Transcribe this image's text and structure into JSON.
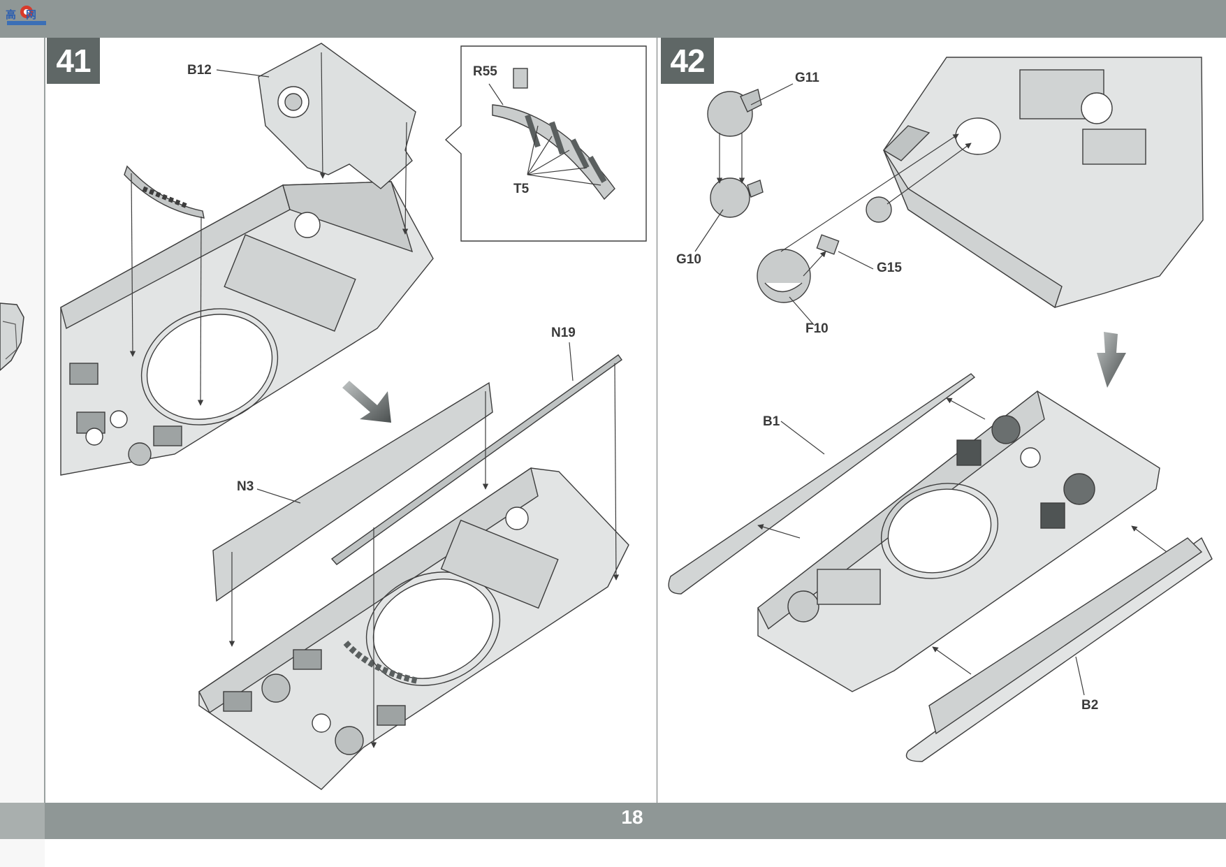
{
  "logo": {
    "text": "高网",
    "icon": "site-logo-icon"
  },
  "page_number": "18",
  "steps": [
    {
      "number": "41",
      "labels": {
        "b12": "B12",
        "r55": "R55",
        "t5": "T5",
        "n19": "N19",
        "n3": "N3"
      }
    },
    {
      "number": "42",
      "labels": {
        "g11": "G11",
        "g10": "G10",
        "g15": "G15",
        "f10": "F10",
        "b1": "B1",
        "b2": "B2"
      }
    }
  ],
  "colors": {
    "band": "#8f9796",
    "badge": "#5f6766",
    "part_fill": "#d9dcdc",
    "part_stroke": "#3d3d3d"
  }
}
